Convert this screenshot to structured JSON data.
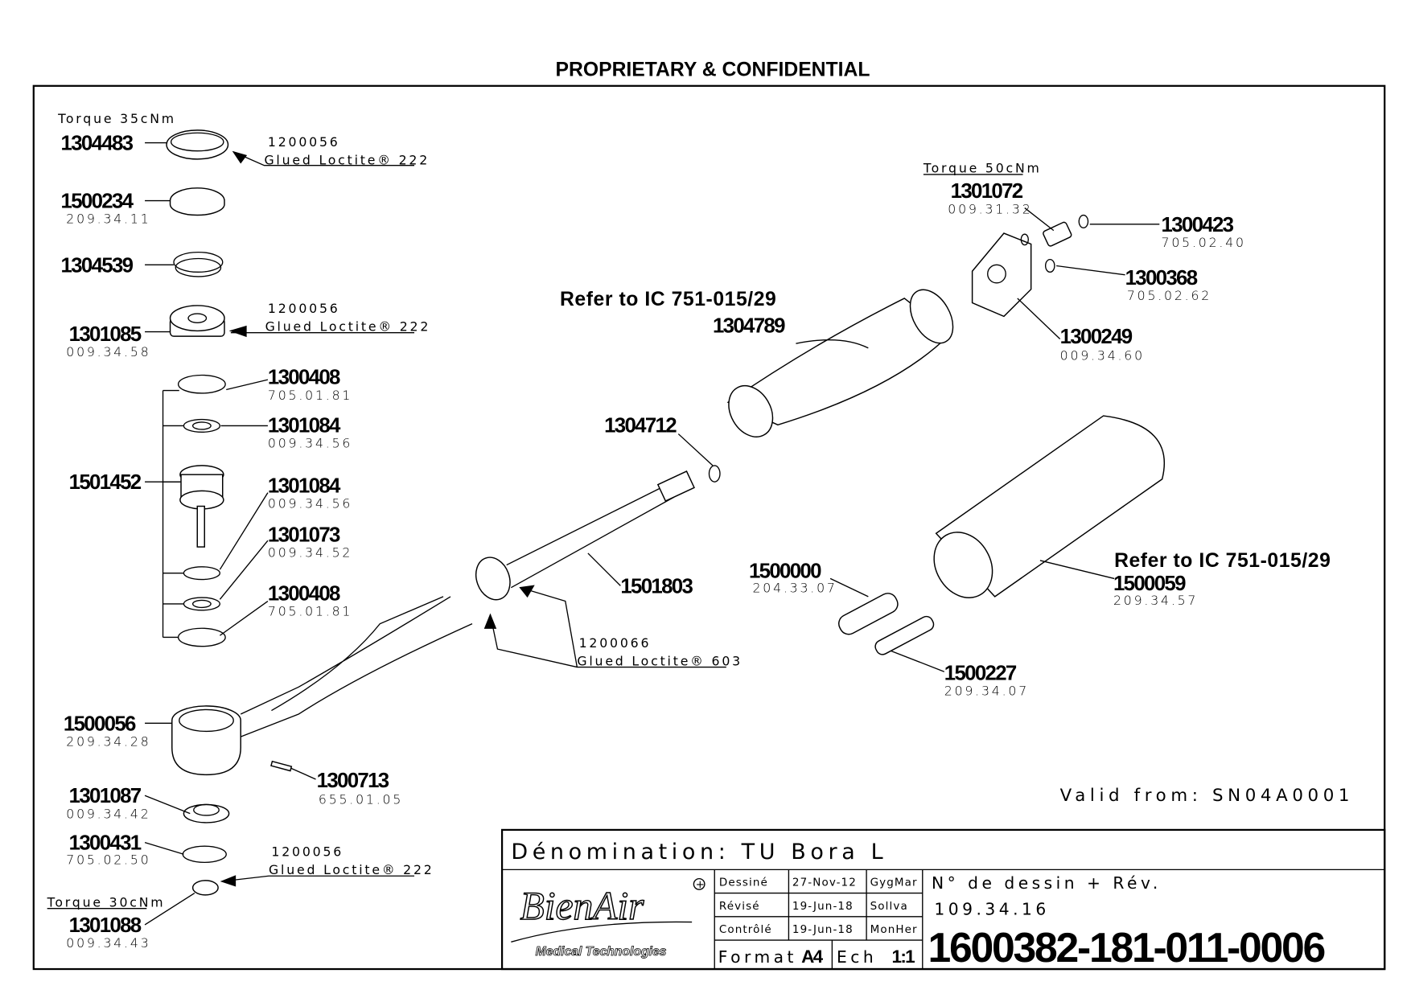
{
  "header": {
    "title": "PROPRIETARY & CONFIDENTIAL"
  },
  "notes": {
    "torque_35": "Torque 35cNm",
    "torque_50": "Torque 50cNm",
    "torque_30": "Torque 30cNm",
    "glue_code_1": "1200056",
    "glue_222": "Glued Loctite® 222",
    "glue_code_2": "1200066",
    "glue_603": "Glued Loctite® 603",
    "refer_ic": "Refer to IC 751-015/29",
    "valid_from": "Valid from: SN04A0001"
  },
  "callouts": {
    "c1304483": {
      "part": "1304483"
    },
    "c1500234": {
      "part": "1500234",
      "ref": "209.34.11"
    },
    "c1304539": {
      "part": "1304539"
    },
    "c1301085": {
      "part": "1301085",
      "ref": "009.34.58"
    },
    "c1300408a": {
      "part": "1300408",
      "ref": "705.01.81"
    },
    "c1301084a": {
      "part": "1301084",
      "ref": "009.34.56"
    },
    "c1501452": {
      "part": "1501452"
    },
    "c1301084b": {
      "part": "1301084",
      "ref": "009.34.56"
    },
    "c1301073": {
      "part": "1301073",
      "ref": "009.34.52"
    },
    "c1300408b": {
      "part": "1300408",
      "ref": "705.01.81"
    },
    "c1500056": {
      "part": "1500056",
      "ref": "209.34.28"
    },
    "c1300713": {
      "part": "1300713",
      "ref": "655.01.05"
    },
    "c1301087": {
      "part": "1301087",
      "ref": "009.34.42"
    },
    "c1300431": {
      "part": "1300431",
      "ref": "705.02.50"
    },
    "c1301088": {
      "part": "1301088",
      "ref": "009.34.43"
    },
    "c1304789": {
      "part": "1304789"
    },
    "c1304712": {
      "part": "1304712"
    },
    "c1501803": {
      "part": "1501803"
    },
    "c1301072": {
      "part": "1301072",
      "ref": "009.31.32"
    },
    "c1300423": {
      "part": "1300423",
      "ref": "705.02.40"
    },
    "c1300368": {
      "part": "1300368",
      "ref": "705.02.62"
    },
    "c1300249": {
      "part": "1300249",
      "ref": "009.34.60"
    },
    "c1500059": {
      "part": "1500059",
      "ref": "209.34.57"
    },
    "c1500000": {
      "part": "1500000",
      "ref": "204.33.07"
    },
    "c1500227": {
      "part": "1500227",
      "ref": "209.34.07"
    }
  },
  "title_block": {
    "denomination": "Dénomination: TU Bora L",
    "logo_text": "BienAir",
    "logo_sub": "Medical Technologies",
    "rows": [
      {
        "role": "Dessiné",
        "date": "27-Nov-12",
        "who": "GygMar"
      },
      {
        "role": "Révisé",
        "date": "19-Jun-18",
        "who": "Sollva"
      },
      {
        "role": "Contrôlé",
        "date": "19-Jun-18",
        "who": "MonHer"
      }
    ],
    "format_label": "Format",
    "format_value": "A4",
    "scale_label": "Ech",
    "scale_value": "1:1",
    "drawing_label": "N° de dessin + Rév.",
    "drawing_ref": "109.34.16",
    "drawing_number": "1600382-181-011-0006"
  }
}
